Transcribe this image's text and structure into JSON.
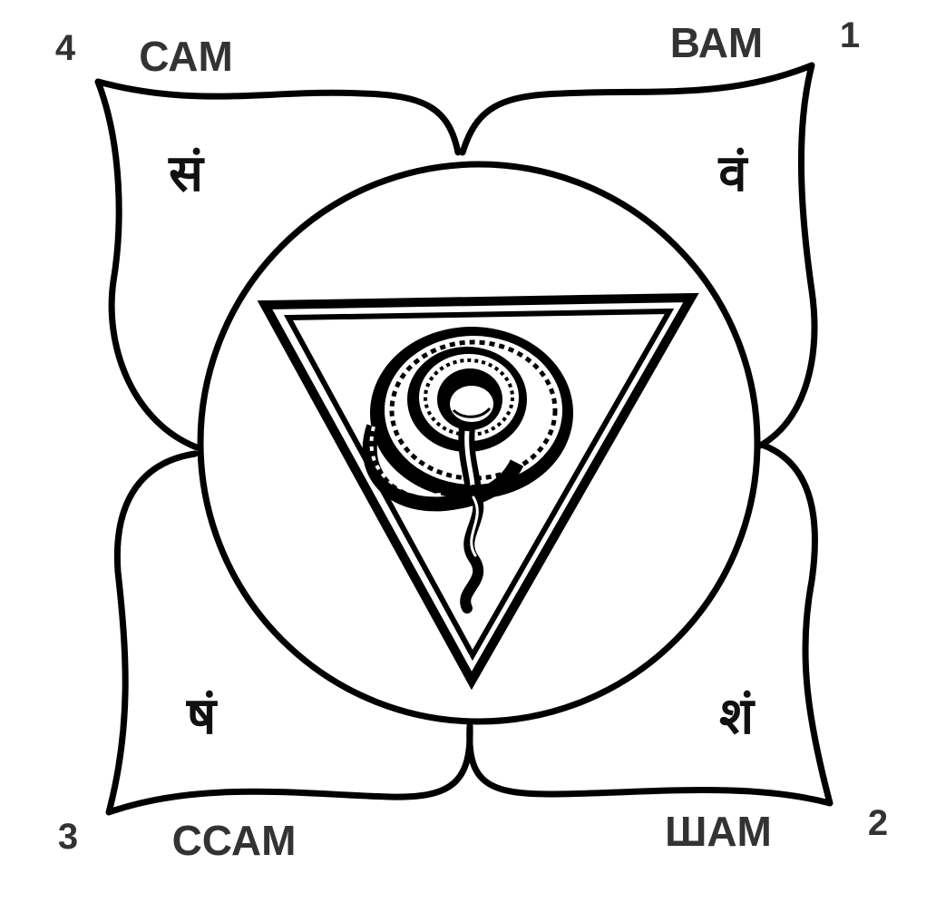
{
  "diagram": {
    "petals": [
      {
        "number": "1",
        "name": "ВАМ",
        "syllable": "वं"
      },
      {
        "number": "2",
        "name": "ШАМ",
        "syllable": "शं"
      },
      {
        "number": "3",
        "name": "ССАМ",
        "syllable": "षं"
      },
      {
        "number": "4",
        "name": "САМ",
        "syllable": "सं"
      }
    ],
    "colors": {
      "stroke": "#000000",
      "label": "#333333",
      "background": "#ffffff"
    },
    "icons": [
      "lotus-petal-icon",
      "circle-icon",
      "inverted-triangle-icon",
      "coiled-serpent-icon"
    ]
  }
}
